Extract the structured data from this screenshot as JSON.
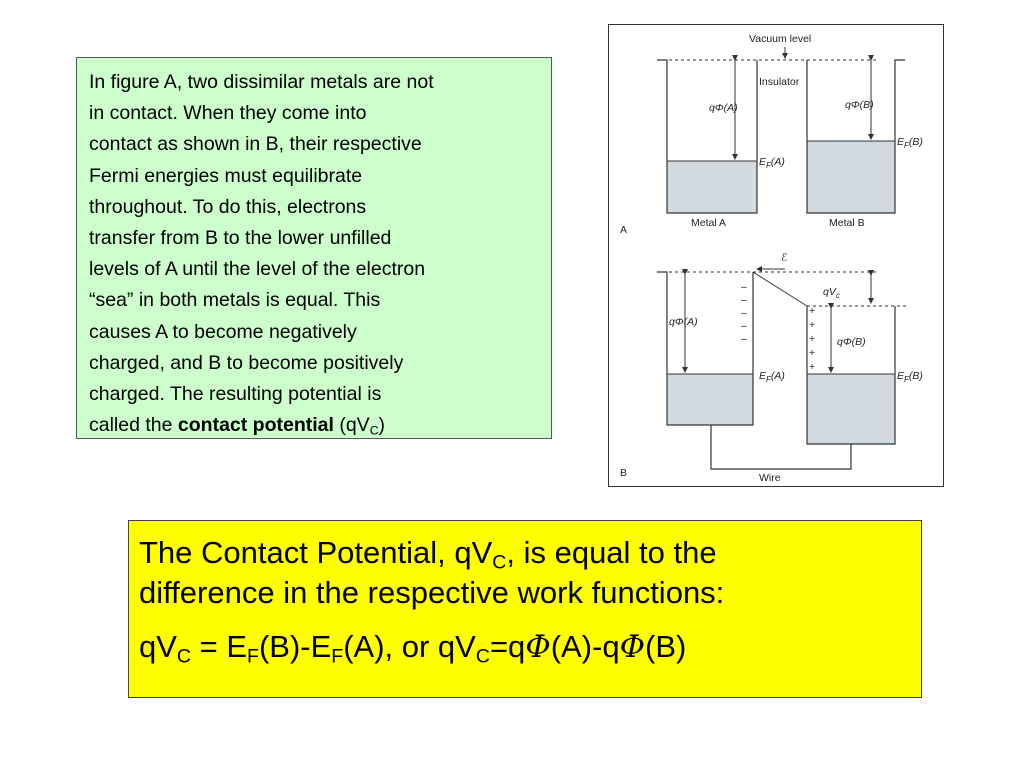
{
  "text_box": {
    "lines": [
      "In figure A, two dissimilar metals are not",
      "in contact.  When they come into",
      "contact as shown in B, their respective",
      "Fermi energies must equilibrate",
      "throughout.  To do this, electrons",
      "transfer from B to the lower unfilled",
      "levels of A until the level of the electron",
      "“sea” in both metals is equal.  This",
      "causes A to become negatively",
      "charged, and B to become positively",
      "charged.  The resulting potential is"
    ],
    "last_line_prefix": "called the ",
    "bold_term": "contact potential",
    "paren_open": " (qV",
    "paren_sub": "C",
    "paren_close": ")"
  },
  "figure": {
    "vacuum_level": "Vacuum level",
    "insulator": "Insulator",
    "q_phi_a": "qΦ(A)",
    "q_phi_b": "qΦ(B)",
    "ef_a": "E",
    "ef_b": "E",
    "ef_sub": "F",
    "ef_a_suffix": "(A)",
    "ef_b_suffix": "(B)",
    "metal_a": "Metal A",
    "metal_b": "Metal B",
    "panel_a": "A",
    "panel_b": "B",
    "field_symbol": "ℰ",
    "qv": "qV",
    "qv_sub": "c",
    "wire": "Wire",
    "minus": "–",
    "plus": "+"
  },
  "yellow_box": {
    "line1_prefix": "The Contact Potential, qV",
    "line1_sub": "C",
    "line1_suffix": ", is equal to the",
    "line2": "difference in the respective work functions:",
    "eq_qv": "qV",
    "eq_c": "C",
    "eq_mid1": " = E",
    "eq_f": "F",
    "eq_mid2": "(B)-E",
    "eq_mid3": "(A), or  qV",
    "eq_mid4": "=q",
    "eq_phi": "Φ",
    "eq_mid5": "(A)-q",
    "eq_end": "(B)"
  },
  "colors": {
    "text_box_bg": "#ccffcc",
    "yellow_box_bg": "#ffff00",
    "metal_fill": "#d3dadf"
  }
}
